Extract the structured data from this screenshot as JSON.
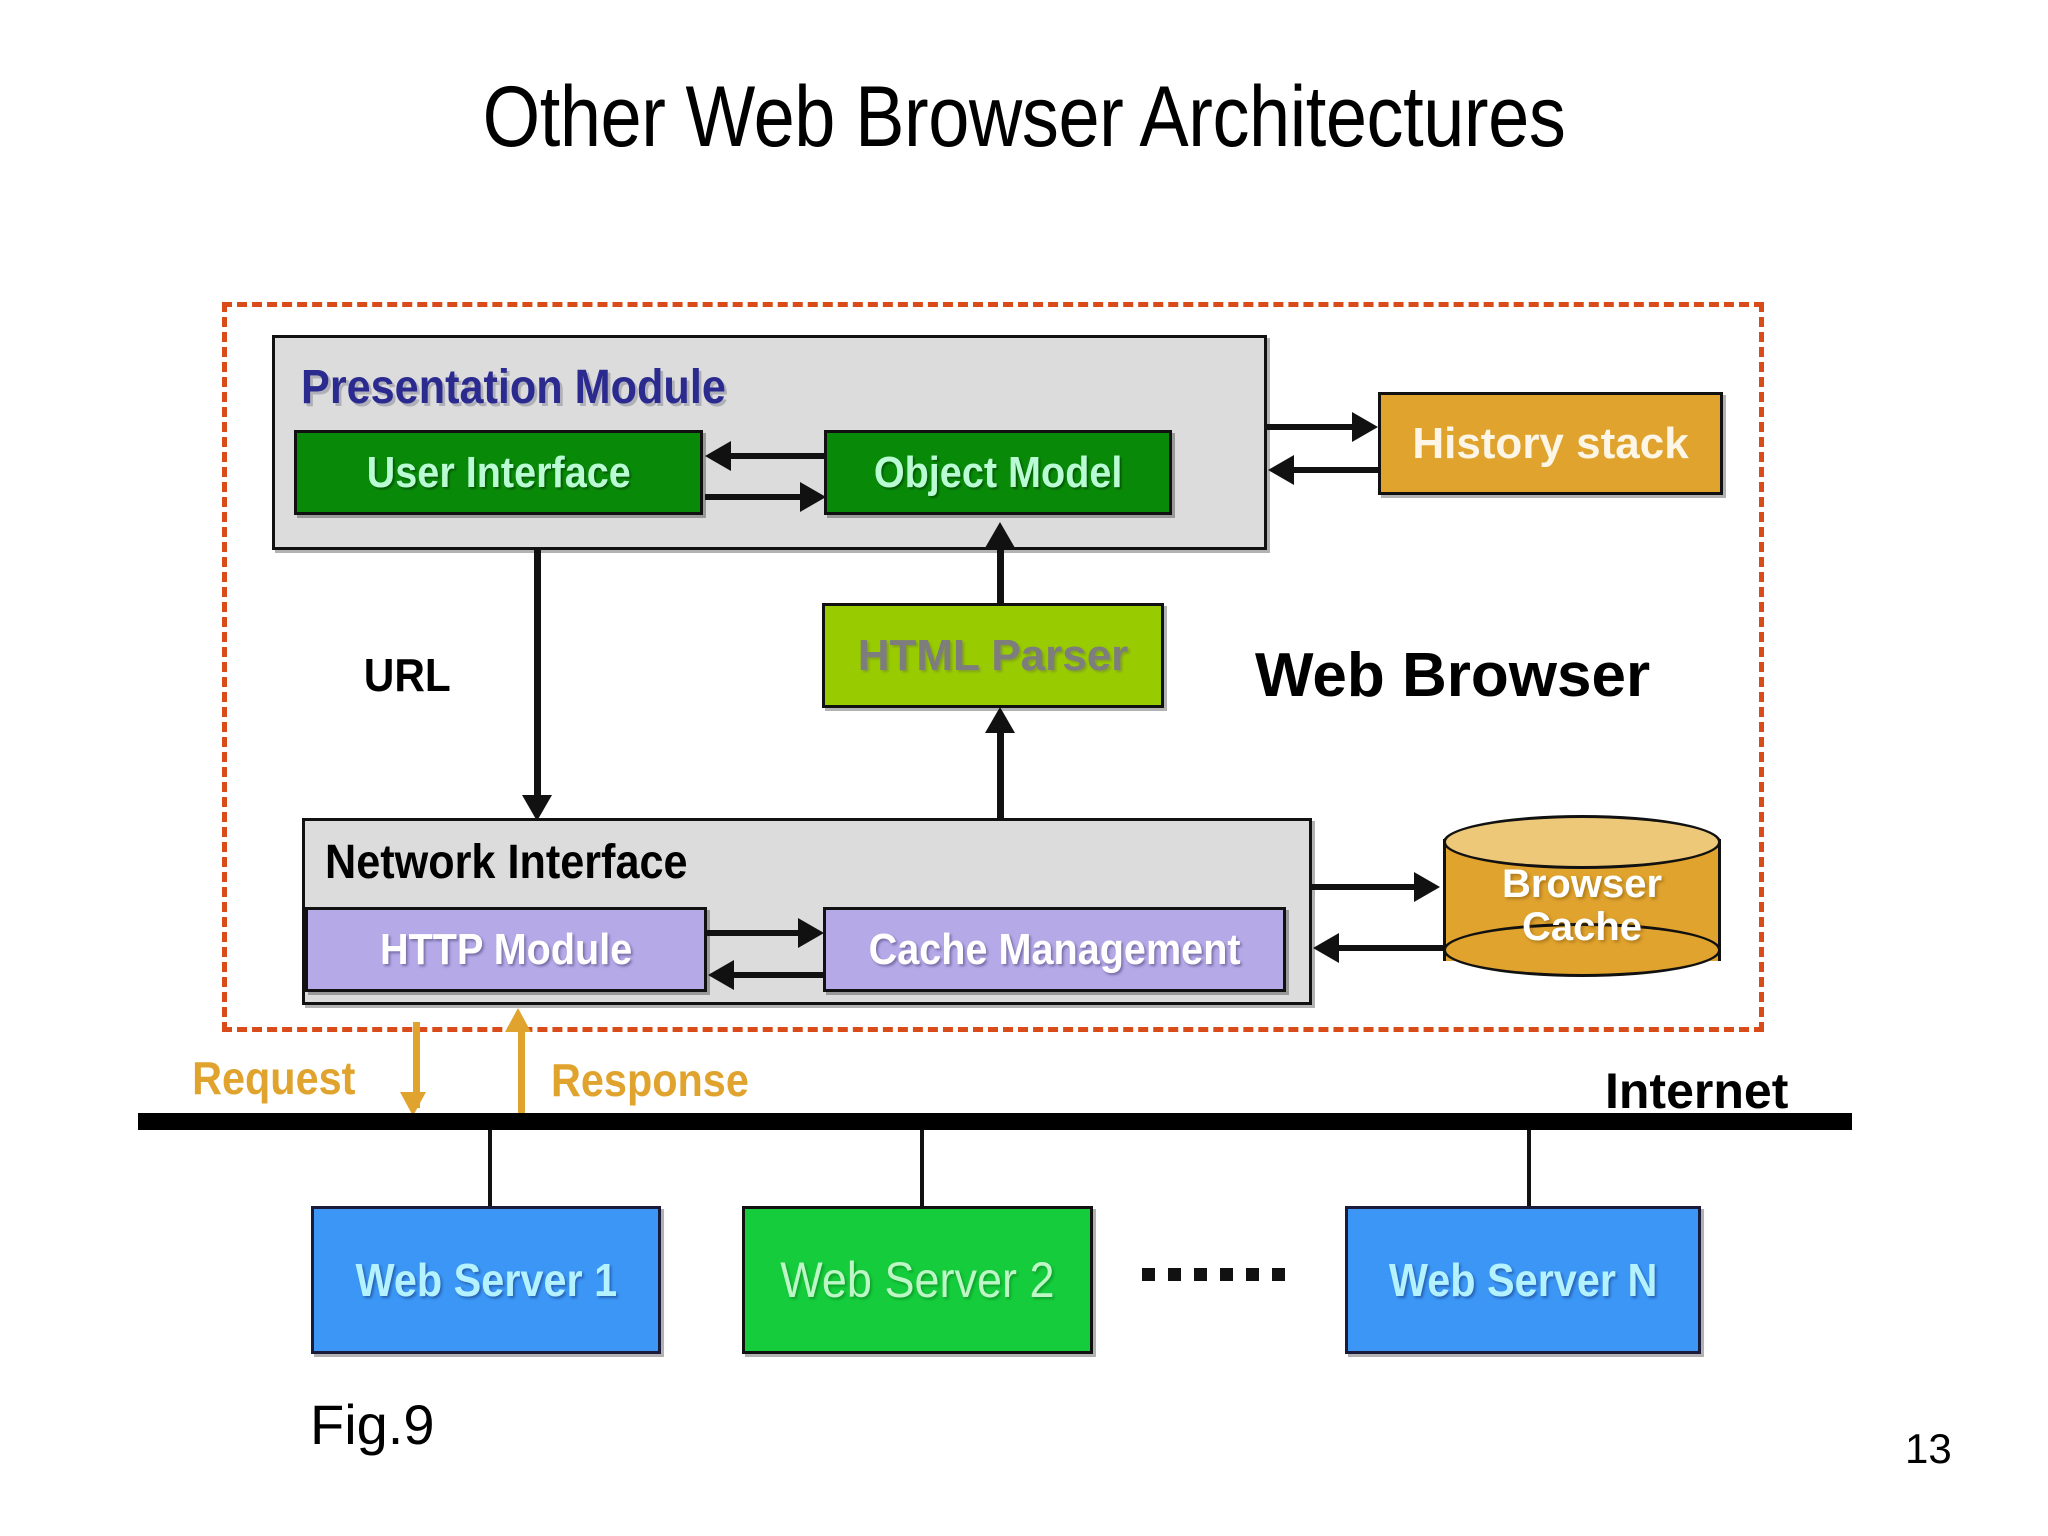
{
  "slide": {
    "title": "Other Web Browser Architectures",
    "figure_caption": "Fig.9",
    "page_number": "13"
  },
  "browser": {
    "boundary_label": "Web Browser",
    "boundary_style": "dashed",
    "boundary_color": "#d94b19",
    "presentation_module": {
      "title": "Presentation Module",
      "title_color": "#2b2b8f",
      "panel_color": "#dcdcdc",
      "boxes": [
        {
          "label": "User Interface",
          "color": "#088a08",
          "text_color": "#b9fbd3"
        },
        {
          "label": "Object Model",
          "color": "#088a08",
          "text_color": "#b9fbd3"
        }
      ]
    },
    "network_interface": {
      "title": "Network Interface",
      "title_color": "#000000",
      "panel_color": "#dcdcdc",
      "boxes": [
        {
          "label": "HTTP Module",
          "color": "#b5a9e8",
          "text_color": "#ffffff"
        },
        {
          "label": "Cache Management",
          "color": "#b5a9e8",
          "text_color": "#ffffff"
        }
      ]
    },
    "history_stack": {
      "label": "History stack",
      "color": "#e0a32e",
      "text_color": "#fdf6e6"
    },
    "html_parser": {
      "label": "HTML Parser",
      "color": "#99cc00",
      "text_color": "#7d7d7d"
    },
    "browser_cache": {
      "label_line1": "Browser",
      "label_line2": "Cache",
      "color": "#e0a32e",
      "top_color": "#edc878",
      "text_color": "#ffffff"
    },
    "url_label": "URL"
  },
  "network": {
    "request_label": "Request",
    "response_label": "Response",
    "arrow_color": "#e0a32e",
    "internet_label": "Internet",
    "ellipsis": "……",
    "servers": [
      {
        "label": "Web Server 1",
        "color": "#3b96f5",
        "text_color": "#b4f2ff"
      },
      {
        "label": "Web Server 2",
        "color": "#14cc3c",
        "text_color": "#bdf7c6"
      },
      {
        "label": "Web Server N",
        "color": "#3b96f5",
        "text_color": "#b4f2ff"
      }
    ]
  }
}
